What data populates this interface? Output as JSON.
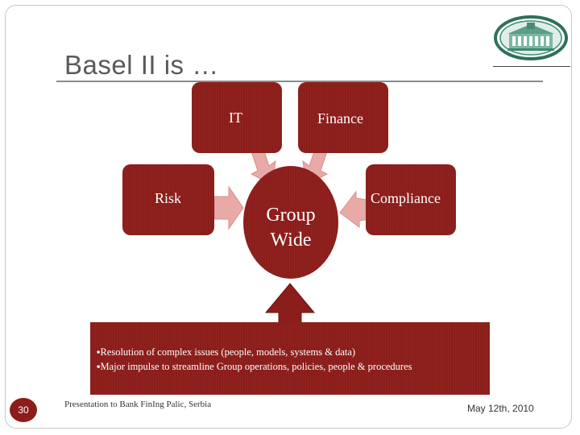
{
  "slide": {
    "title": "Basel II is …",
    "boxes": {
      "it": "IT",
      "finance": "Finance",
      "risk": "Risk",
      "compliance": "Compliance"
    },
    "center": {
      "line1": "Group",
      "line2": "Wide"
    },
    "banner": {
      "bullets": [
        "Resolution of complex issues (people, models, systems & data)",
        "Major impulse to streamline Group  operations, policies, people & procedures"
      ]
    },
    "footer": {
      "page_number": "30",
      "left": "Presentation to Bank FinIng Palic, Serbia",
      "date": "May 12th, 2010"
    }
  },
  "colors": {
    "box_fill": "#8b1d1a",
    "arrow_fill": "#e7aaa6",
    "title_color": "#5a5a5a"
  },
  "icons": {
    "logo": "bank-building-logo"
  }
}
